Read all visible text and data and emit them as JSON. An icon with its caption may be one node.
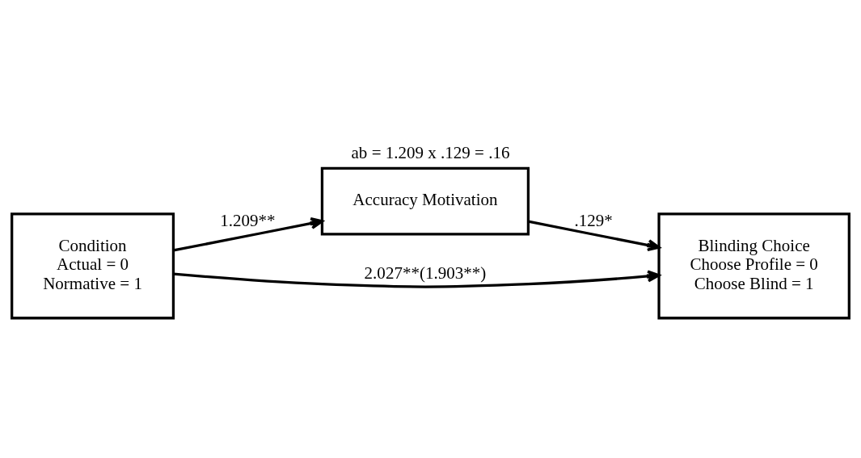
{
  "diagram": {
    "title": "ab = 1.209 x .129 = .16",
    "nodes": [
      {
        "text": [
          "Condition",
          "Actual = 0",
          "Normative = 1"
        ]
      },
      {
        "text": [
          "Accuracy Motivation"
        ]
      },
      {
        "text": [
          "Blinding Choice",
          "Choose Profile = 0",
          "Choose Blind = 1"
        ]
      }
    ],
    "edges": [
      {
        "from": 0,
        "to": 1,
        "arrow": "to",
        "label": "1.209**"
      },
      {
        "from": 1,
        "to": 2,
        "arrow": "to",
        "label": ".129*"
      },
      {
        "from": 0,
        "to": 2,
        "arrow": "to",
        "label": "2.027**(1.903**)"
      }
    ]
  }
}
